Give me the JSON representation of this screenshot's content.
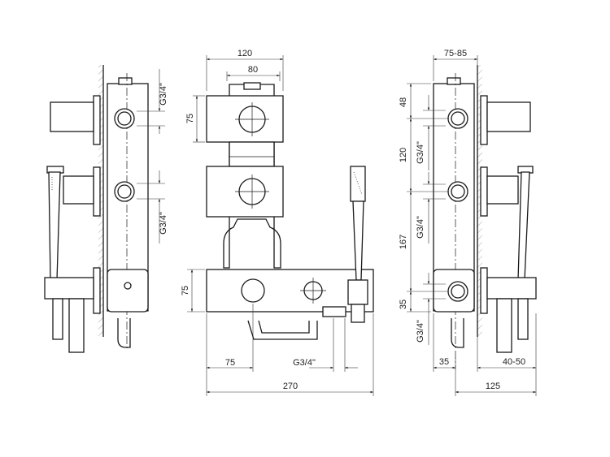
{
  "front_view": {
    "dim_120": "120",
    "dim_80": "80",
    "dim_75_top": "75",
    "dim_75_bottom": "75",
    "dim_75_left": "75",
    "thread_bottom": "G3/4\"",
    "dim_270": "270"
  },
  "left_view": {
    "thread_top": "G3/4\"",
    "thread_mid": "G3/4\""
  },
  "right_view": {
    "dim_75_85": "75-85",
    "dim_48": "48",
    "thread_1": "G3/4\"",
    "dim_120": "120",
    "thread_2": "G3/4\"",
    "dim_167": "167",
    "dim_35_v": "35",
    "thread_3": "G3/4\"",
    "dim_35_h": "35",
    "dim_40_50": "40-50",
    "dim_125": "125"
  }
}
